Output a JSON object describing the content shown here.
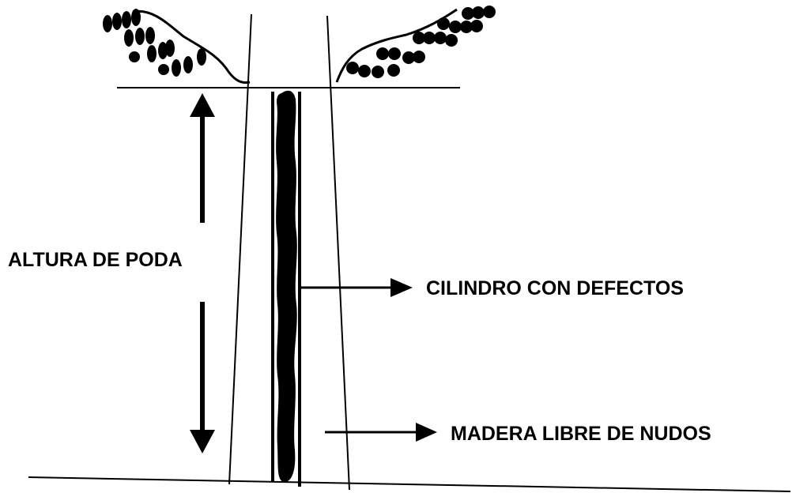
{
  "labels": {
    "pruning_height": "ALTURA DE PODA",
    "defect_cylinder": "CILINDRO CON DEFECTOS",
    "knot_free_wood": "MADERA LIBRE DE NUDOS"
  },
  "colors": {
    "ink": "#000000",
    "background": "#ffffff"
  }
}
